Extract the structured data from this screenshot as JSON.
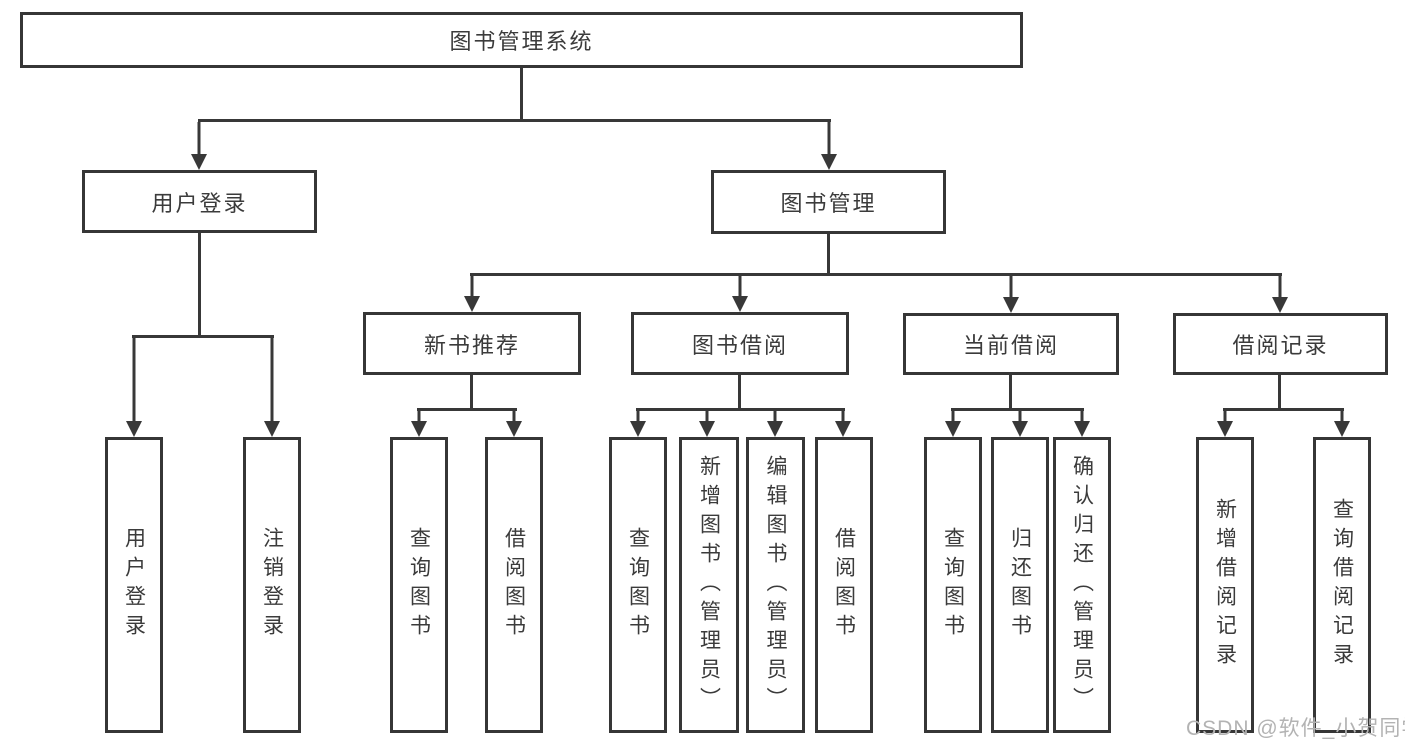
{
  "colors": {
    "line": "#383838",
    "box_border": "#363636",
    "text": "#3b3b3b",
    "watermark": "#b3b3b3",
    "background": "#ffffff"
  },
  "watermark": {
    "text": "CSDN @软件_小贺同学"
  },
  "tree": {
    "label": "图书管理系统",
    "children": [
      {
        "label": "用户登录",
        "children": [
          {
            "label": "用户登录"
          },
          {
            "label": "注销登录"
          }
        ]
      },
      {
        "label": "图书管理",
        "children": [
          {
            "label": "新书推荐",
            "children": [
              {
                "label": "查询图书"
              },
              {
                "label": "借阅图书"
              }
            ]
          },
          {
            "label": "图书借阅",
            "children": [
              {
                "label": "查询图书"
              },
              {
                "label": "新增图书（管理员）"
              },
              {
                "label": "编辑图书（管理员）"
              },
              {
                "label": "借阅图书"
              }
            ]
          },
          {
            "label": "当前借阅",
            "children": [
              {
                "label": "查询图书"
              },
              {
                "label": "归还图书"
              },
              {
                "label": "确认归还（管理员）"
              }
            ]
          },
          {
            "label": "借阅记录",
            "children": [
              {
                "label": "新增借阅记录"
              },
              {
                "label": "查询借阅记录"
              }
            ]
          }
        ]
      }
    ]
  }
}
